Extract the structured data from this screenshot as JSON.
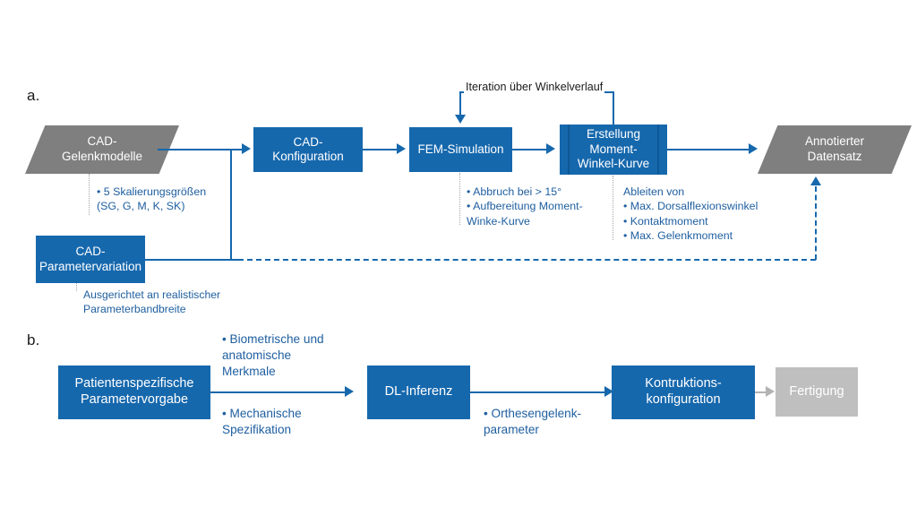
{
  "figure": {
    "panels": [
      {
        "letter": "a.",
        "nodes": [
          {
            "id": "cad-gelenkmodelle",
            "label": "CAD-\nGelenkmodelle",
            "shape": "parallelogram",
            "color": "#7f7f7f"
          },
          {
            "id": "cad-konfiguration",
            "label": "CAD-Konfiguration",
            "shape": "process",
            "color": "#1668ad"
          },
          {
            "id": "fem-simulation",
            "label": "FEM-Simulation",
            "shape": "process",
            "color": "#1668ad"
          },
          {
            "id": "erstellung-moment-winkel-kurve",
            "label": "Erstellung\nMoment-\nWinkel-Kurve",
            "shape": "predefined-process",
            "color": "#1668ad"
          },
          {
            "id": "annotierter-datensatz",
            "label": "Annotierter\nDatensatz",
            "shape": "parallelogram",
            "color": "#7f7f7f"
          },
          {
            "id": "cad-parametervariation",
            "label": "CAD-\nParametervariation",
            "shape": "process",
            "color": "#1668ad"
          }
        ],
        "loop_label": "Iteration über Winkelverlauf",
        "annotations": [
          {
            "id": "note-skalierung",
            "text": "• 5 Skalierungsgrößen\n(SG, G, M, K, SK)"
          },
          {
            "id": "note-fem",
            "text": "• Abbruch bei > 15°\n• Aufbereitung Moment-\n   Winke-Kurve"
          },
          {
            "id": "note-ableiten",
            "text": "Ableiten von\n• Max. Dorsalflexionswinkel\n• Kontaktmoment\n• Max. Gelenkmoment"
          },
          {
            "id": "note-parameterbandbreite",
            "text": "Ausgerichtet an realistischer\nParameterbandbreite"
          }
        ]
      },
      {
        "letter": "b.",
        "nodes": [
          {
            "id": "patientenspezifische-parametervorgabe",
            "label": "Patientenspezifische\nParametervorgabe",
            "shape": "process",
            "color": "#1668ad"
          },
          {
            "id": "dl-inferenz",
            "label": "DL-Inferenz",
            "shape": "process",
            "color": "#1668ad"
          },
          {
            "id": "kontruktionskonfiguration",
            "label": "Kontruktions-\nkonfiguration",
            "shape": "process",
            "color": "#1668ad"
          },
          {
            "id": "fertigung",
            "label": "Fertigung",
            "shape": "process",
            "color": "#bfbfbf"
          }
        ],
        "annotations": [
          {
            "id": "note-biometrische",
            "text": "• Biometrische und\n   anatomische\n   Merkmale"
          },
          {
            "id": "note-mechanische",
            "text": "• Mechanische\n   Spezifikation"
          },
          {
            "id": "note-orthesengelenk",
            "text": "• Orthesengelenk-\n   parameter"
          }
        ]
      }
    ],
    "colors": {
      "accent_blue": "#1668ad",
      "data_gray": "#7f7f7f",
      "muted_gray": "#bfbfbf",
      "note_text": "#1f5fa0",
      "leader_line": "#a6a6a6"
    }
  }
}
